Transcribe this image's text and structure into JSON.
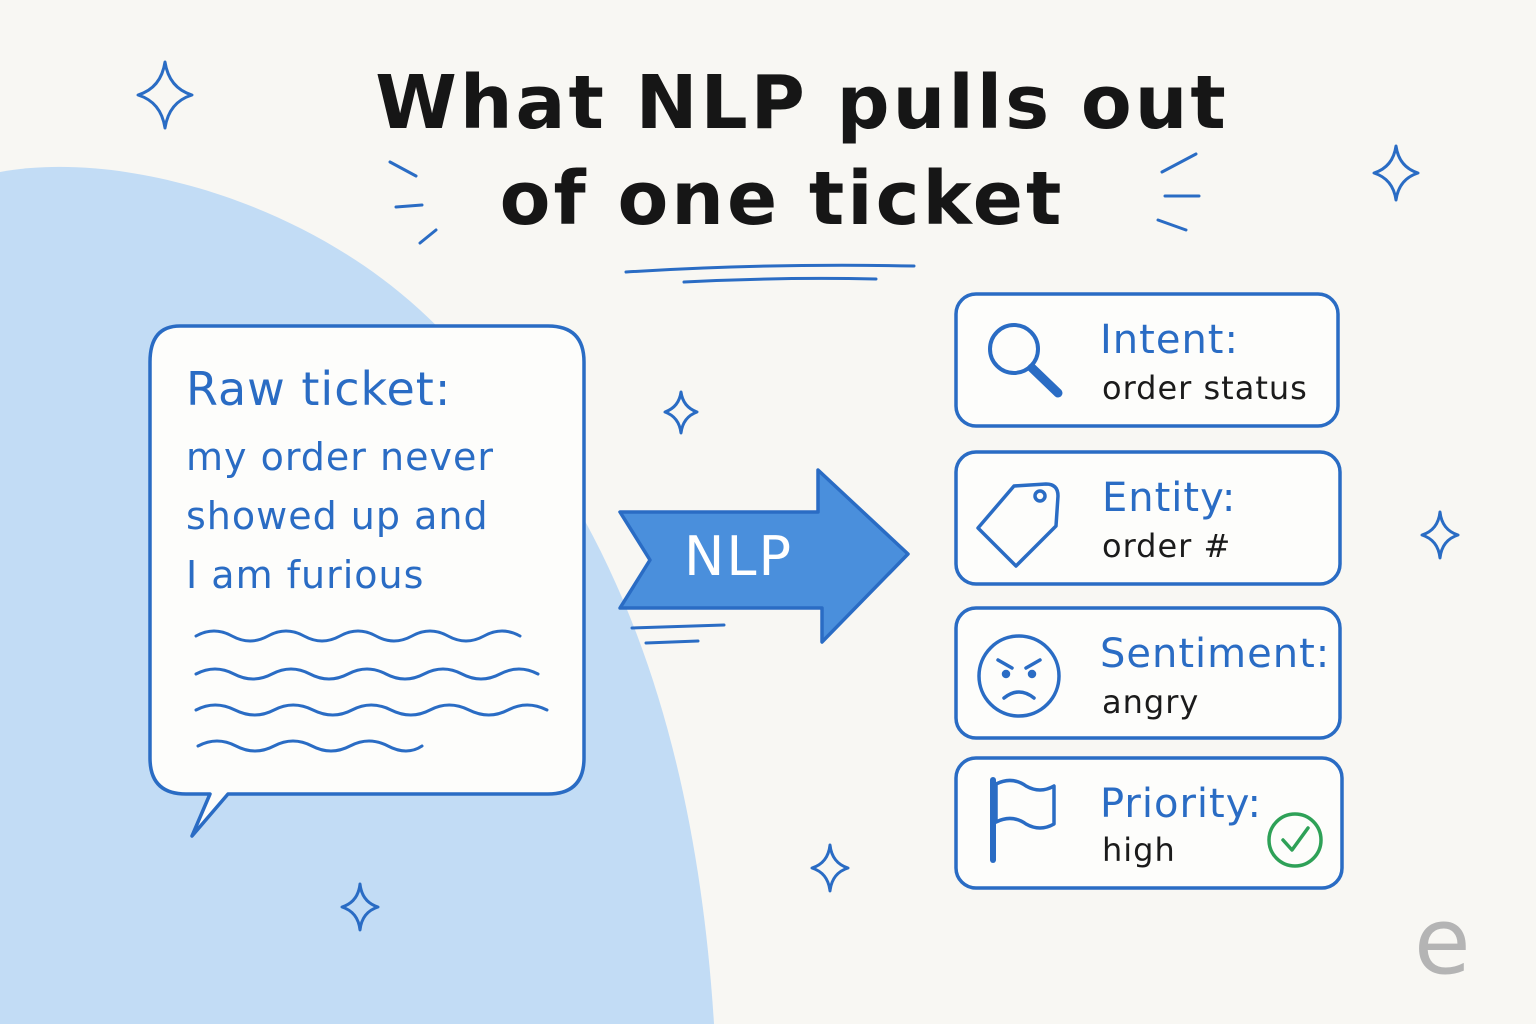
{
  "title": {
    "line1": "What NLP pulls out",
    "line2": "of one ticket"
  },
  "raw_ticket": {
    "heading": "Raw ticket:",
    "lines": [
      "my order never",
      "showed up and",
      "I am furious"
    ]
  },
  "arrow": {
    "label": "NLP"
  },
  "results": [
    {
      "label": "Intent:",
      "value": "order status",
      "icon": "magnifier-icon"
    },
    {
      "label": "Entity:",
      "value": "order #",
      "icon": "tag-icon"
    },
    {
      "label": "Sentiment:",
      "value": "angry",
      "icon": "angry-face-icon"
    },
    {
      "label": "Priority:",
      "value": "high",
      "icon": "flag-icon",
      "badge": "check-circle-icon"
    }
  ],
  "logo": {
    "letter": "e"
  },
  "colors": {
    "background": "#f8f7f3",
    "blob": "#c2dcf5",
    "accent": "#2a6cc4",
    "arrow_fill": "#4a8fdc",
    "check": "#2ea157",
    "text": "#161616",
    "logo": "#b4b4b4"
  }
}
